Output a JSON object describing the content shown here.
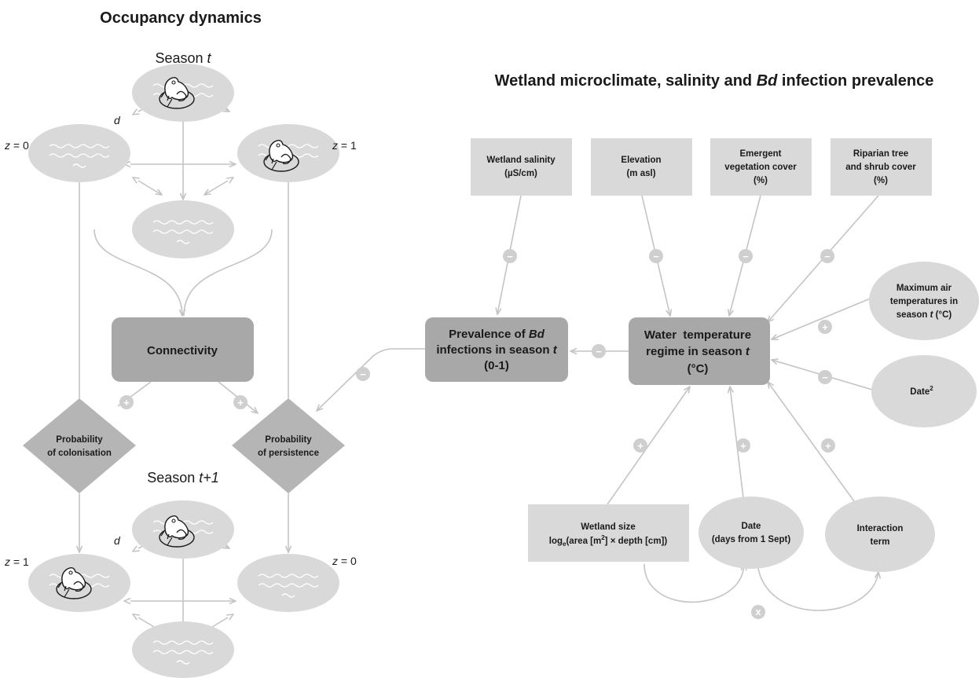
{
  "titles": {
    "occupancy": "Occupancy dynamics",
    "wetland": [
      "Wetland microclimate, salinity and ",
      "Bd",
      " infection prevalence"
    ]
  },
  "seasons": {
    "top": [
      "Season ",
      "t"
    ],
    "bottom": [
      "Season ",
      "t+1"
    ]
  },
  "state_labels": {
    "z0_top": [
      "z",
      " = 0"
    ],
    "z1_top": [
      "z",
      " = 1"
    ],
    "z1_bottom": [
      "z",
      " = 1"
    ],
    "z0_bottom": [
      "z",
      " = 0"
    ],
    "d": "d"
  },
  "nodes": {
    "connectivity": "Connectivity",
    "colonisation": [
      "Probability",
      "of colonisation"
    ],
    "persistence": [
      "Probability",
      "of persistence"
    ],
    "prevalence": [
      [
        "Prevalence of ",
        "Bd"
      ],
      [
        "infections in season ",
        "t"
      ],
      [
        "(0-1)"
      ]
    ],
    "water_temp": [
      [
        "Water  temperature"
      ],
      [
        "regime in season ",
        "t"
      ],
      [
        "(°C)"
      ]
    ],
    "salinity": [
      "Wetland salinity",
      "(µS/cm)"
    ],
    "elevation": [
      "Elevation",
      "(m asl)"
    ],
    "emergent": [
      "Emergent",
      "vegetation cover",
      "(%)"
    ],
    "riparian": [
      "Riparian tree",
      "and shrub cover",
      "(%)"
    ],
    "max_air": [
      [
        "Maximum air"
      ],
      [
        "temperatures in"
      ],
      [
        "season ",
        "t",
        " (°C)"
      ]
    ],
    "date_sq": [
      "Date",
      "2"
    ],
    "wetland_size": {
      "line1": "Wetland size",
      "line2": [
        "log",
        "e",
        "(area [m",
        "2",
        "] × depth [cm])"
      ]
    },
    "date": [
      "Date",
      "(days from 1 Sept)"
    ],
    "interaction": [
      "Interaction",
      "term"
    ]
  },
  "signs": {
    "plus": "+",
    "minus": "−",
    "times": "x"
  },
  "colors": {
    "node_light": "#d9d9d9",
    "node_dark": "#a8a8a8",
    "edge": "#c4c4c4",
    "sign_circle": "#cfcfcf",
    "text": "#1a1a1a"
  }
}
